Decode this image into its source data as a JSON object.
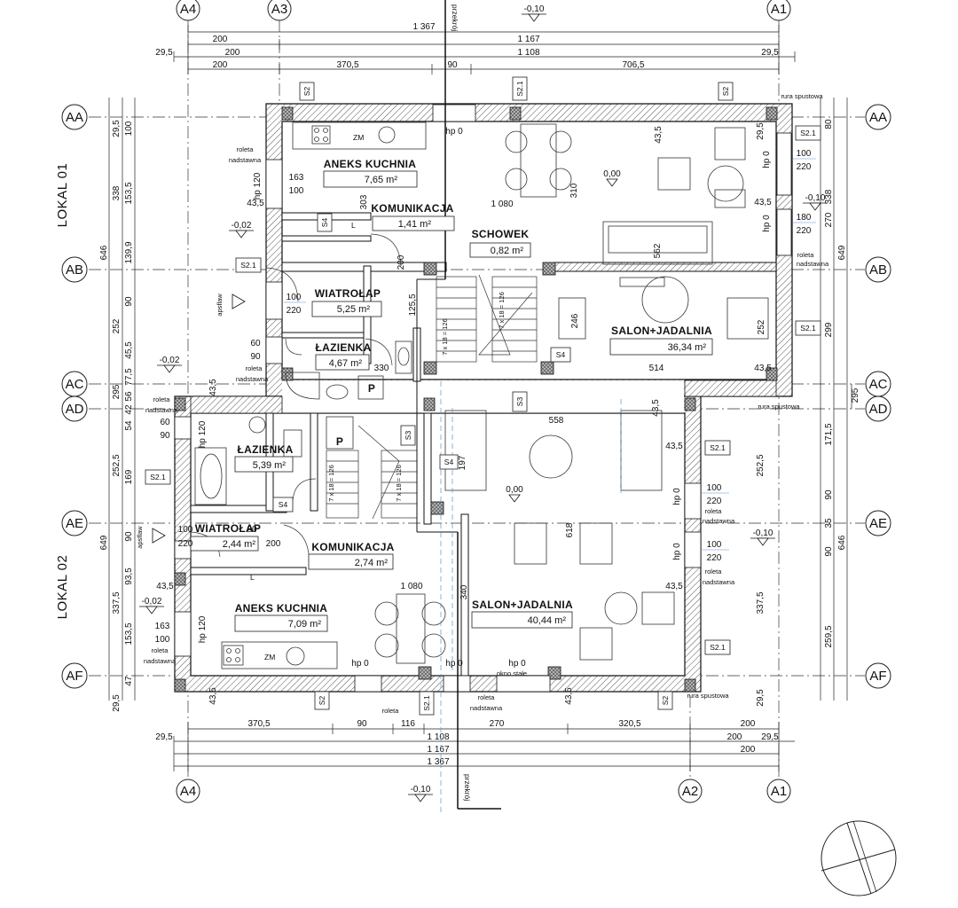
{
  "axes": {
    "top": [
      "A4",
      "A3",
      "A1"
    ],
    "bottom": [
      "A4",
      "A2",
      "A1"
    ],
    "rows": [
      "AA",
      "AB",
      "AC",
      "AD",
      "AE",
      "AF"
    ]
  },
  "lokale": [
    "LOKAL 01",
    "LOKAL 02"
  ],
  "rooms": [
    {
      "name": "ANEKS KUCHNIA",
      "area": "7,65 m²"
    },
    {
      "name": "KOMUNIKACJA",
      "area": "1,41 m²"
    },
    {
      "name": "SCHOWEK",
      "area": "0,82 m²"
    },
    {
      "name": "WIATROŁAP",
      "area": "5,25 m²"
    },
    {
      "name": "ŁAZIENKA",
      "area": "4,67 m²"
    },
    {
      "name": "SALON+JADALNIA",
      "area": "36,34 m²"
    },
    {
      "name": "ŁAZIENKA",
      "area": "5,39 m²"
    },
    {
      "name": "WIATROŁAP",
      "area": "2,44 m²"
    },
    {
      "name": "KOMUNIKACJA",
      "area": "2,74 m²"
    },
    {
      "name": "ANEKS KUCHNIA",
      "area": "7,09 m²"
    },
    {
      "name": "SALON+JADALNIA",
      "area": "40,44 m²"
    }
  ],
  "dims_top": {
    "row1": [
      "1 367"
    ],
    "row2": [
      "200",
      "1 167"
    ],
    "row3": [
      "29,5",
      "200",
      "1 108",
      "29,5"
    ],
    "row4": [
      "200",
      "370,5",
      "90",
      "706,5"
    ]
  },
  "dims_bottom": {
    "row1": [
      "370,5",
      "90",
      "116",
      "270",
      "320,5",
      "200"
    ],
    "row2": [
      "29,5",
      "1 108",
      "200",
      "29,5"
    ],
    "row3": [
      "1 167",
      "200"
    ],
    "row4": [
      "1 367"
    ]
  },
  "dims_left": [
    "29,5",
    "100",
    "338",
    "153,5",
    "139,9",
    "646",
    "252",
    "90",
    "45,5",
    "77,5",
    "295",
    "56",
    "42",
    "54",
    "252,5",
    "169",
    "649",
    "90",
    "93,5",
    "337,5",
    "153,5",
    "47",
    "29,5"
  ],
  "dims_right": [
    "80",
    "338",
    "270",
    "649",
    "299",
    "295",
    "171,5",
    "252,5",
    "90",
    "35",
    "646",
    "90",
    "337,5",
    "259,5",
    "29,5"
  ],
  "levels": [
    "-0,10",
    "-0,02",
    "-0,02",
    "0,00",
    "0,00",
    "-0,10",
    "-0,02",
    "-0,10"
  ],
  "section_label": "przekrój",
  "labels": {
    "s2": "S2",
    "s21": "S2.1",
    "s3": "S3",
    "s4": "S4",
    "roleta": "roleta",
    "nadstawna": "nadstawna",
    "rura": "rura spustowa",
    "okno": "okno stałe",
    "zm": "ZM",
    "p": "P",
    "l": "L",
    "hp0": "hp 0",
    "hp120": "hp 120",
    "w100": "100",
    "w220": "220",
    "w180": "180",
    "w163": "163",
    "w80": "80",
    "w90": "90",
    "w60": "60",
    "d1080": "1 080",
    "d562": "562",
    "d514": "514",
    "d558": "558",
    "d618": "618",
    "d310": "310",
    "d340": "340",
    "d246": "246",
    "d252": "252",
    "d197": "197",
    "d303": "303",
    "d330": "330",
    "d125": "125,5",
    "d200": "200",
    "d43": "43,5",
    "d29": "29,5",
    "stairs": "7 x 18 = 126",
    "apsflaw": "apsflaw"
  }
}
